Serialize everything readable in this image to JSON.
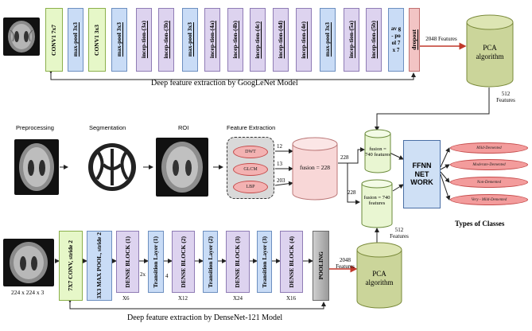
{
  "googlenet": {
    "layers": [
      "CONV1 7x7",
      "max-pool 3x3",
      "CONV1 3x3",
      "max-pool 3x3",
      "incep-tion-(3a)",
      "incep-tion-(3b)",
      "max-pool 3x3",
      "incep-tion-(4a)",
      "incep-tion-(4b)",
      "incep-tion-(4c)",
      "incep-tion-(4d)",
      "incep-tion-(4e)",
      "max-pool 3x3",
      "incep-tion-(5a)",
      "incep-tion-(5b)",
      "av g- po ol 7x 7",
      "dropout"
    ],
    "caption": "Deep feature extraction by GoogLeNet Model",
    "features_out": "2048 Features",
    "pca_label": "PCA algorithm",
    "reduced": "512 Features"
  },
  "middle": {
    "stages": [
      "Preprocessing",
      "Segmentation",
      "ROI",
      "Feature Extraction"
    ],
    "methods": [
      "DWT",
      "GLCM",
      "LBP"
    ],
    "method_counts": [
      "12",
      "13",
      "203"
    ],
    "fusion_small": "fusion = 228",
    "arrow_228_top": "228",
    "arrow_228_bottom": "228",
    "fusion_top": "fusion = 740 features",
    "fusion_bottom": "fusion = 740 features",
    "ffnn": "FFNN NET WORK",
    "classes": [
      "Mild-Demented",
      "Moderate-Demented",
      "Non-Demented",
      "Very - Mild-Demented"
    ],
    "types_title": "Types of Classes"
  },
  "densenet": {
    "input_size": "224 x 224 x 3",
    "layers": [
      "7X7 CONV, stride 2",
      "3X3 MAX POOL, stride 2",
      "DENSE BLOCK (1)",
      "Transition Layer (1)",
      "DENSE BLOCK (2)",
      "Transition Layer (2)",
      "DENSE BLOCK (3)",
      "Transition Layer (3)",
      "DENSE BLOCK (4)",
      "POOLING"
    ],
    "multipliers": [
      "X6",
      "2x",
      "4",
      "X12",
      "X24",
      "X16"
    ],
    "features_out": "2048 Features",
    "pca_label": "PCA algorithm",
    "reduced": "512 Features",
    "caption": "Deep feature extraction by DenseNet-121 Model"
  }
}
